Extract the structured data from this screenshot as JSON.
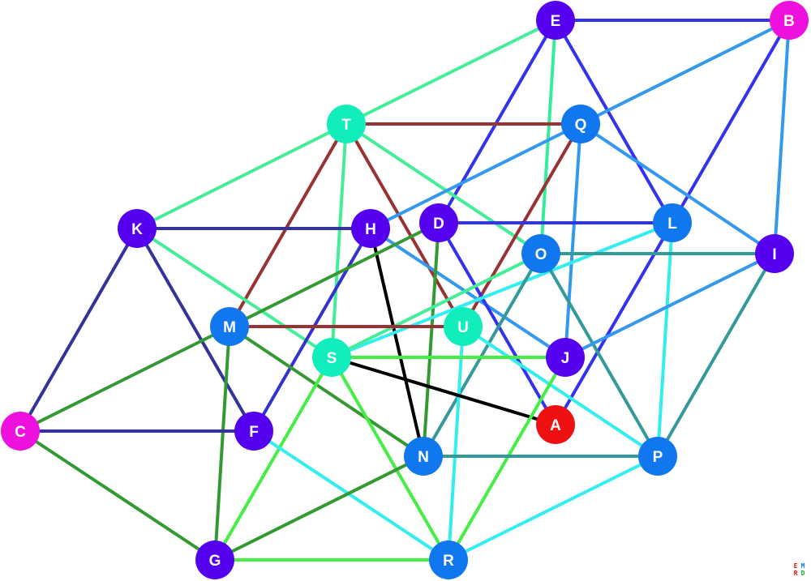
{
  "graph": {
    "nodes": [
      {
        "id": "E",
        "color": "#5500ee"
      },
      {
        "id": "B",
        "color": "#ee11dd"
      },
      {
        "id": "T",
        "color": "#11eebb"
      },
      {
        "id": "Q",
        "color": "#1177ee"
      },
      {
        "id": "K",
        "color": "#5500ee"
      },
      {
        "id": "H",
        "color": "#5500ee"
      },
      {
        "id": "D",
        "color": "#5500ee"
      },
      {
        "id": "L",
        "color": "#1177ee"
      },
      {
        "id": "O",
        "color": "#1177ee"
      },
      {
        "id": "I",
        "color": "#5500ee"
      },
      {
        "id": "M",
        "color": "#1177ee"
      },
      {
        "id": "U",
        "color": "#11eebb"
      },
      {
        "id": "S",
        "color": "#11eebb"
      },
      {
        "id": "J",
        "color": "#5500ee"
      },
      {
        "id": "A",
        "color": "#ee1111"
      },
      {
        "id": "C",
        "color": "#ee11dd"
      },
      {
        "id": "F",
        "color": "#5500ee"
      },
      {
        "id": "N",
        "color": "#1177ee"
      },
      {
        "id": "P",
        "color": "#1177ee"
      },
      {
        "id": "G",
        "color": "#5500ee"
      },
      {
        "id": "R",
        "color": "#1177ee"
      }
    ],
    "edges": [
      {
        "from": "E",
        "to": "B",
        "color": "#3333ee"
      },
      {
        "from": "E",
        "to": "T",
        "color": "#44ee99"
      },
      {
        "from": "E",
        "to": "D",
        "color": "#3333ee"
      },
      {
        "from": "E",
        "to": "O",
        "color": "#33ee99"
      },
      {
        "from": "E",
        "to": "L",
        "color": "#3333ee"
      },
      {
        "from": "B",
        "to": "Q",
        "color": "#3399ee"
      },
      {
        "from": "B",
        "to": "L",
        "color": "#3333ee"
      },
      {
        "from": "B",
        "to": "I",
        "color": "#3399ee"
      },
      {
        "from": "T",
        "to": "Q",
        "color": "#993333"
      },
      {
        "from": "T",
        "to": "K",
        "color": "#44ee99"
      },
      {
        "from": "T",
        "to": "M",
        "color": "#993333"
      },
      {
        "from": "T",
        "to": "S",
        "color": "#44ee99"
      },
      {
        "from": "T",
        "to": "U",
        "color": "#993333"
      },
      {
        "from": "T",
        "to": "O",
        "color": "#44ee99"
      },
      {
        "from": "Q",
        "to": "H",
        "color": "#3399ee"
      },
      {
        "from": "Q",
        "to": "I",
        "color": "#3399ee"
      },
      {
        "from": "Q",
        "to": "J",
        "color": "#3399ee"
      },
      {
        "from": "Q",
        "to": "U",
        "color": "#993333"
      },
      {
        "from": "K",
        "to": "H",
        "color": "#333399"
      },
      {
        "from": "K",
        "to": "C",
        "color": "#333399"
      },
      {
        "from": "K",
        "to": "F",
        "color": "#333399"
      },
      {
        "from": "K",
        "to": "S",
        "color": "#44ee99"
      },
      {
        "from": "H",
        "to": "F",
        "color": "#3333cc"
      },
      {
        "from": "H",
        "to": "N",
        "color": "#000000"
      },
      {
        "from": "H",
        "to": "J",
        "color": "#3399ee"
      },
      {
        "from": "D",
        "to": "L",
        "color": "#3333ee"
      },
      {
        "from": "D",
        "to": "A",
        "color": "#3333ee"
      },
      {
        "from": "D",
        "to": "N",
        "color": "#339933"
      },
      {
        "from": "D",
        "to": "C",
        "color": "#339933"
      },
      {
        "from": "L",
        "to": "S",
        "color": "#33eeee"
      },
      {
        "from": "L",
        "to": "A",
        "color": "#3333ee"
      },
      {
        "from": "L",
        "to": "P",
        "color": "#33eeee"
      },
      {
        "from": "O",
        "to": "I",
        "color": "#339999"
      },
      {
        "from": "O",
        "to": "S",
        "color": "#44ee99"
      },
      {
        "from": "O",
        "to": "N",
        "color": "#339999"
      },
      {
        "from": "O",
        "to": "P",
        "color": "#339999"
      },
      {
        "from": "I",
        "to": "J",
        "color": "#3399ee"
      },
      {
        "from": "I",
        "to": "P",
        "color": "#339999"
      },
      {
        "from": "M",
        "to": "U",
        "color": "#993333"
      },
      {
        "from": "M",
        "to": "N",
        "color": "#339933"
      },
      {
        "from": "M",
        "to": "G",
        "color": "#339933"
      },
      {
        "from": "U",
        "to": "R",
        "color": "#33eeee"
      },
      {
        "from": "U",
        "to": "P",
        "color": "#33eeee"
      },
      {
        "from": "S",
        "to": "J",
        "color": "#44ee44"
      },
      {
        "from": "S",
        "to": "A",
        "color": "#000000"
      },
      {
        "from": "S",
        "to": "G",
        "color": "#44ee44"
      },
      {
        "from": "S",
        "to": "R",
        "color": "#44ee44"
      },
      {
        "from": "J",
        "to": "R",
        "color": "#44ee44"
      },
      {
        "from": "C",
        "to": "F",
        "color": "#333399"
      },
      {
        "from": "C",
        "to": "G",
        "color": "#339933"
      },
      {
        "from": "F",
        "to": "R",
        "color": "#33eeee"
      },
      {
        "from": "N",
        "to": "P",
        "color": "#339999"
      },
      {
        "from": "N",
        "to": "G",
        "color": "#339933"
      },
      {
        "from": "P",
        "to": "R",
        "color": "#33eeee"
      },
      {
        "from": "G",
        "to": "R",
        "color": "#44ee44"
      }
    ]
  },
  "logo": {
    "letters": [
      "E",
      "M",
      "R",
      "D"
    ],
    "colors": [
      "#ee1111",
      "#1177ee",
      "#ee1111",
      "#11aa33"
    ]
  }
}
